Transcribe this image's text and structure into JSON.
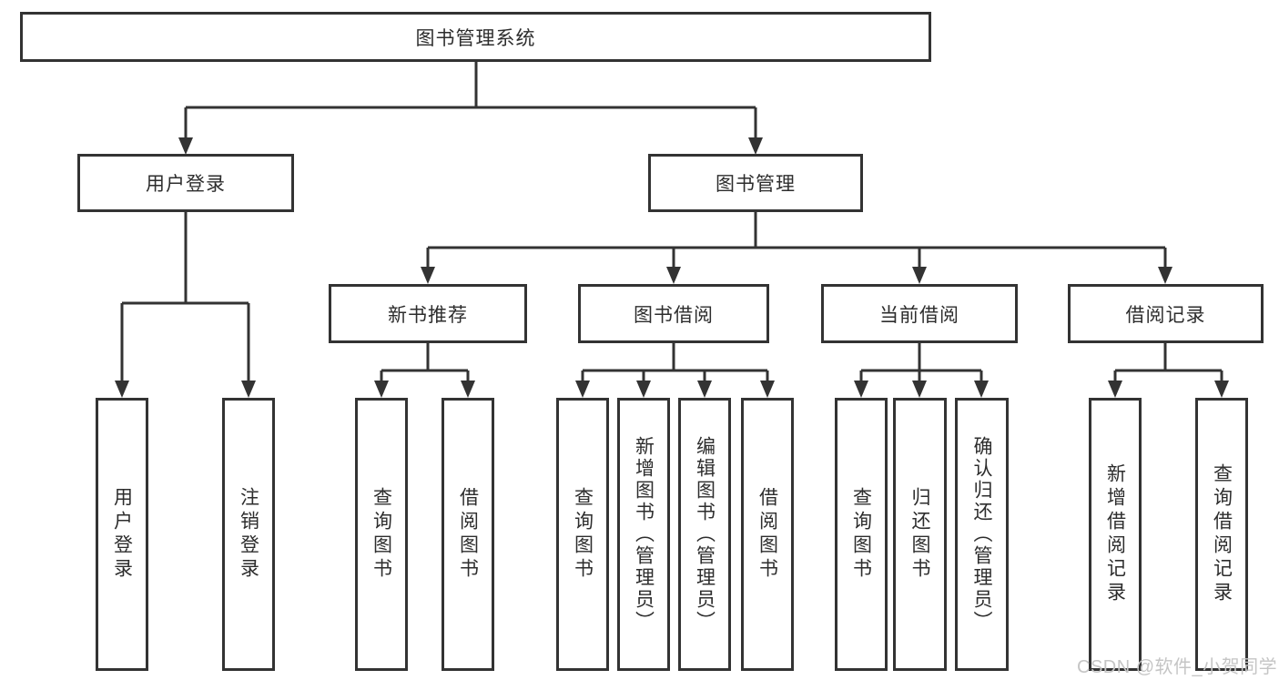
{
  "diagram": {
    "root": {
      "label": "图书管理系统"
    },
    "branches": [
      {
        "label": "用户登录",
        "children": [
          {
            "label": "用户登录"
          },
          {
            "label": "注销登录"
          }
        ]
      },
      {
        "label": "图书管理",
        "children": [
          {
            "label": "新书推荐",
            "children": [
              {
                "label": "查询图书"
              },
              {
                "label": "借阅图书"
              }
            ]
          },
          {
            "label": "图书借阅",
            "children": [
              {
                "label": "查询图书"
              },
              {
                "label": "新增图书（管理员）"
              },
              {
                "label": "编辑图书（管理员）"
              },
              {
                "label": "借阅图书"
              }
            ]
          },
          {
            "label": "当前借阅",
            "children": [
              {
                "label": "查询图书"
              },
              {
                "label": "归还图书"
              },
              {
                "label": "确认归还（管理员）"
              }
            ]
          },
          {
            "label": "借阅记录",
            "children": [
              {
                "label": "新增借阅记录"
              },
              {
                "label": "查询借阅记录"
              }
            ]
          }
        ]
      }
    ]
  },
  "watermark": "CSDN @软件_小贺同学",
  "colors": {
    "line": "#333333",
    "text": "#2d2d2d",
    "watermark": "#c5c5c5",
    "background": "#ffffff"
  }
}
